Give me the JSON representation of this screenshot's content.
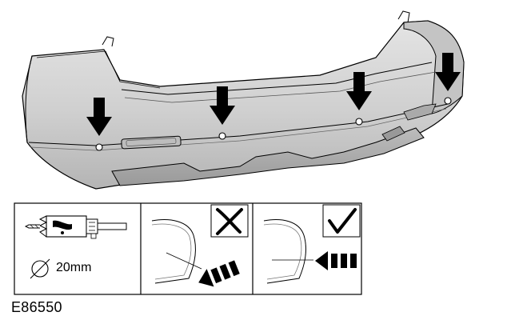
{
  "figure": {
    "id": "E86550",
    "hole_diameter_label": "20mm"
  },
  "panels": [
    {
      "name": "tool",
      "icon": "hole-saw-drill-icon"
    },
    {
      "name": "incorrect",
      "icon": "cross-icon"
    },
    {
      "name": "correct",
      "icon": "check-icon"
    }
  ],
  "colors": {
    "outline": "#000000",
    "bumper_fill": "#d4d4d4",
    "bumper_shadow": "#a9a9a9"
  }
}
